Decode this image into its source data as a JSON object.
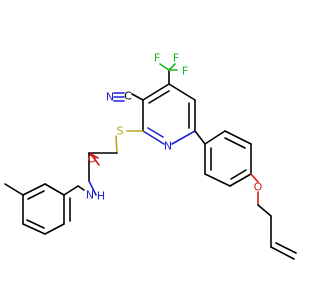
{
  "atom_labels": {
    "nitrile_c": "C",
    "nitrile_n": "N",
    "f_top_left": "F",
    "f_top_right": "F",
    "f_right": "F",
    "sulfur": "S",
    "pyridine_n": "N",
    "carbonyl_o": "O",
    "amide_n": "N",
    "amide_h": "H",
    "ether_o": "O"
  },
  "colors": {
    "carbon": "#000000",
    "nitrogen": "#1f1fd6",
    "oxygen": "#d11a1a",
    "sulfur": "#b8a51f",
    "fluorine": "#1bb81b"
  }
}
